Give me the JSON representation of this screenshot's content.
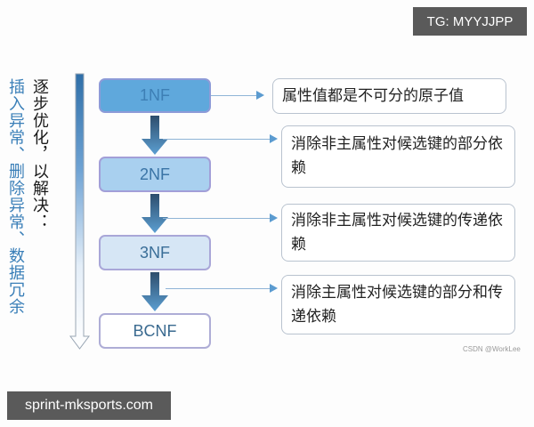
{
  "watermarks": {
    "top_right": "TG: MYYJJPP",
    "bottom_left": "sprint-mksports.com",
    "credit": "CSDN @WorkLee"
  },
  "side_labels": {
    "problems": "插入异常、删除异常、数据冗余",
    "approach": "逐步优化，以解决："
  },
  "colors": {
    "nf1_fill": "#5fa8dc",
    "nf2_fill": "#a9d0ef",
    "nf3_fill": "#d6e6f5",
    "bcnf_fill": "#ffffff",
    "box_border": "#9a9ad6",
    "arrow_blue": "#4f8fc4",
    "problems_text": "#3a7fb8"
  },
  "levels": [
    {
      "name": "1NF",
      "description": "属性值都是不可分的原子值"
    },
    {
      "name": "2NF",
      "description": "消除非主属性对候选键的部分依赖"
    },
    {
      "name": "3NF",
      "description": "消除非主属性对候选键的传递依赖"
    },
    {
      "name": "BCNF",
      "description": "消除主属性对候选键的部分和传递依赖"
    }
  ]
}
